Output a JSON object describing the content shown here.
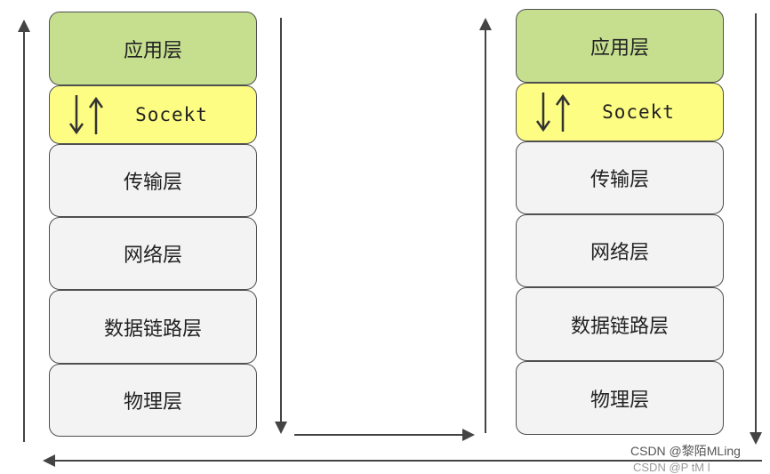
{
  "left_stack": {
    "layers": [
      "应用层",
      "Socekt",
      "传输层",
      "网络层",
      "数据链路层",
      "物理层"
    ]
  },
  "right_stack": {
    "layers": [
      "应用层",
      "Socekt",
      "传输层",
      "网络层",
      "数据链路层",
      "物理层"
    ]
  },
  "colors": {
    "application": "#c6df8f",
    "socket": "#fdfd84",
    "lower": "#f3f3f3",
    "border": "#4f4f4f",
    "arrow": "#444444"
  },
  "watermark": "CSDN @黎陌MLing",
  "watermark_cut": "CSDN @P  tM  l"
}
